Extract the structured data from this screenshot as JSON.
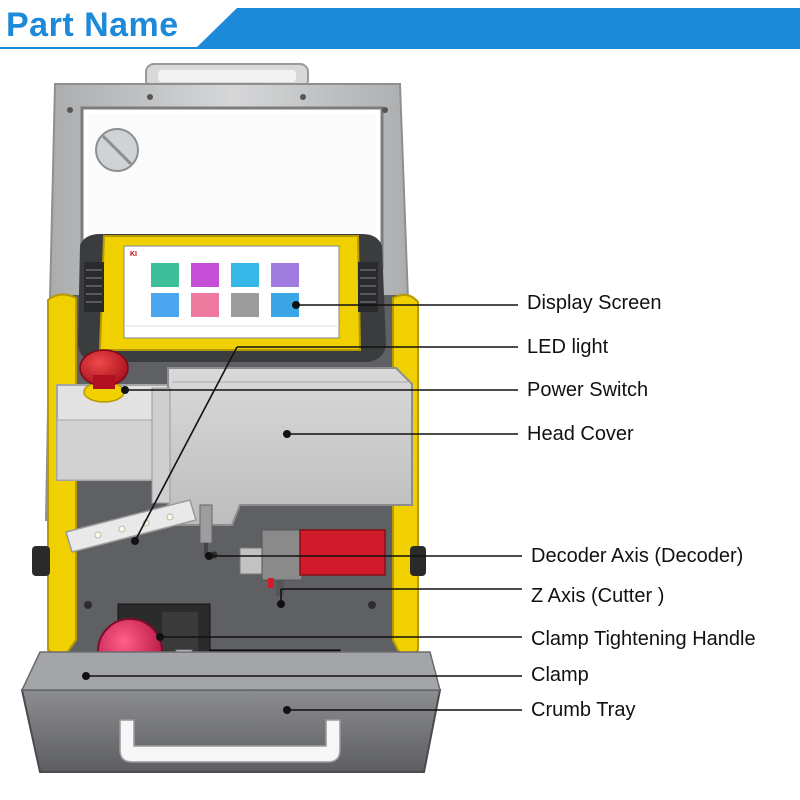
{
  "header": {
    "title": "Part Name"
  },
  "screen_logo": "KI",
  "callouts": [
    {
      "id": "display-screen",
      "label": "Display Screen"
    },
    {
      "id": "led-light",
      "label": "LED light"
    },
    {
      "id": "power-switch",
      "label": "Power Switch"
    },
    {
      "id": "head-cover",
      "label": "Head Cover"
    },
    {
      "id": "decoder-axis",
      "label": "Decoder Axis (Decoder)"
    },
    {
      "id": "z-axis",
      "label": "Z Axis (Cutter )"
    },
    {
      "id": "clamp-handle",
      "label": "Clamp Tightening Handle"
    },
    {
      "id": "clamp",
      "label": "Clamp"
    },
    {
      "id": "crumb-tray",
      "label": "Crumb Tray"
    }
  ],
  "colors": {
    "accent": "#1c8ad9",
    "machine_yellow": "#f0d000",
    "body_gray": "#5f6063",
    "cover_gray": "#c9c9c9",
    "stop_red": "#d11a2a",
    "knob_pink": "#e0245e"
  }
}
